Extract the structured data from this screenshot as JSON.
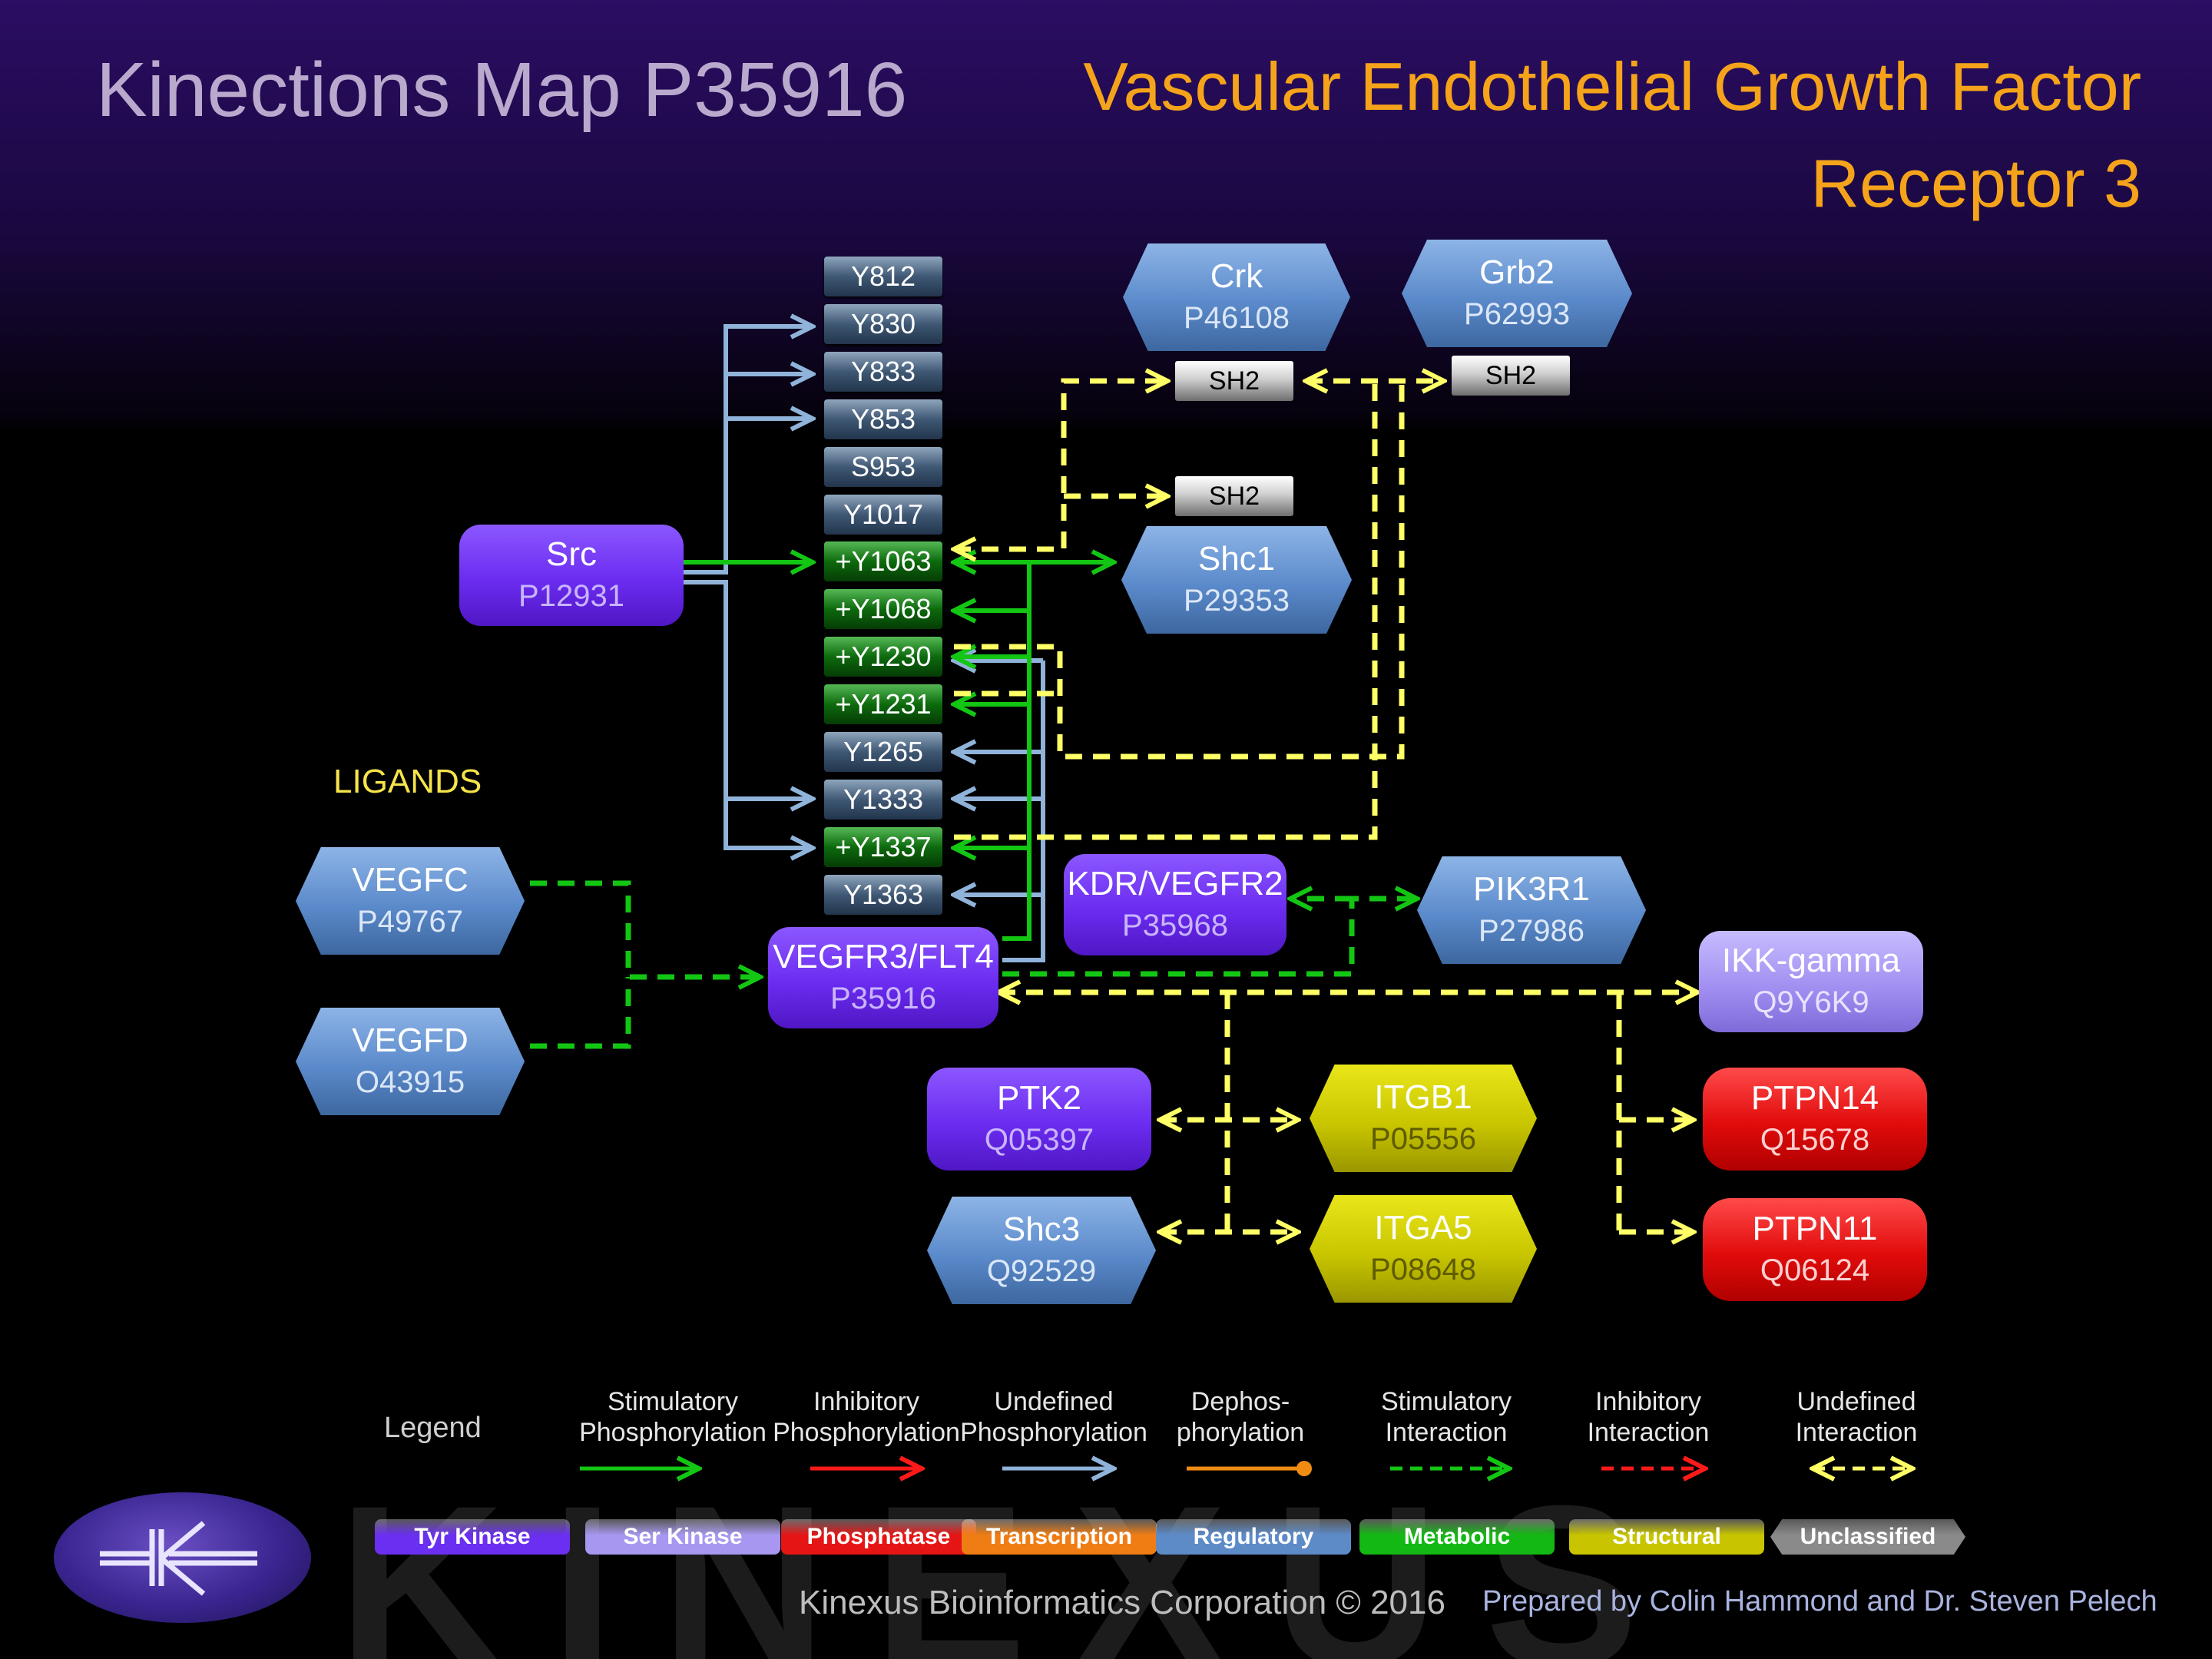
{
  "header": {
    "title_left": "Kinections Map P35916",
    "title_right_line1": "Vascular Endothelial Growth Factor",
    "title_right_line2": "Receptor 3"
  },
  "sites": [
    {
      "label": "Y812",
      "phospho": false
    },
    {
      "label": "Y830",
      "phospho": false
    },
    {
      "label": "Y833",
      "phospho": false
    },
    {
      "label": "Y853",
      "phospho": false
    },
    {
      "label": "S953",
      "phospho": false
    },
    {
      "label": "Y1017",
      "phospho": false
    },
    {
      "label": "+Y1063",
      "phospho": true
    },
    {
      "label": "+Y1068",
      "phospho": true
    },
    {
      "label": "+Y1230",
      "phospho": true
    },
    {
      "label": "+Y1231",
      "phospho": true
    },
    {
      "label": "Y1265",
      "phospho": false
    },
    {
      "label": "Y1333",
      "phospho": false
    },
    {
      "label": "+Y1337",
      "phospho": true
    },
    {
      "label": "Y1363",
      "phospho": false
    }
  ],
  "nodes": {
    "crk": {
      "name": "Crk",
      "acc": "P46108"
    },
    "grb2": {
      "name": "Grb2",
      "acc": "P62993"
    },
    "shc1": {
      "name": "Shc1",
      "acc": "P29353"
    },
    "src": {
      "name": "Src",
      "acc": "P12931"
    },
    "vegfc": {
      "name": "VEGFC",
      "acc": "P49767"
    },
    "vegfd": {
      "name": "VEGFD",
      "acc": "O43915"
    },
    "kdr": {
      "name": "KDR/VEGFR2",
      "acc": "P35968"
    },
    "pik3r1": {
      "name": "PIK3R1",
      "acc": "P27986"
    },
    "vegfr3": {
      "name": "VEGFR3/FLT4",
      "acc": "P35916"
    },
    "ikkg": {
      "name": "IKK-gamma",
      "acc": "Q9Y6K9"
    },
    "ptk2": {
      "name": "PTK2",
      "acc": "Q05397"
    },
    "itgb1": {
      "name": "ITGB1",
      "acc": "P05556"
    },
    "ptpn14": {
      "name": "PTPN14",
      "acc": "Q15678"
    },
    "shc3": {
      "name": "Shc3",
      "acc": "Q92529"
    },
    "itga5": {
      "name": "ITGA5",
      "acc": "P08648"
    },
    "ptpn11": {
      "name": "PTPN11",
      "acc": "Q06124"
    }
  },
  "domains": {
    "crk_sh2": "SH2",
    "grb2_sh2": "SH2",
    "shc1_sh2": "SH2"
  },
  "ligands_label": "LIGANDS",
  "legend": {
    "title": "Legend",
    "arrows": [
      {
        "line1": "Stimulatory",
        "line2": "Phosphorylation",
        "color": "#13c613"
      },
      {
        "line1": "Inhibitory",
        "line2": "Phosphorylation",
        "color": "#ff1a1a"
      },
      {
        "line1": "Undefined",
        "line2": "Phosphorylation",
        "color": "#8fb3d9"
      },
      {
        "line1": "Dephos-",
        "line2": "phorylation",
        "color": "#f08c14"
      },
      {
        "line1": "Stimulatory",
        "line2": "Interaction",
        "color": "#13c613"
      },
      {
        "line1": "Inhibitory",
        "line2": "Interaction",
        "color": "#ff1a1a"
      },
      {
        "line1": "Undefined",
        "line2": "Interaction",
        "color": "#ffff66"
      }
    ],
    "categories": [
      {
        "label": "Tyr Kinase",
        "color": "#6a2ff0"
      },
      {
        "label": "Ser Kinase",
        "color": "#a797f0"
      },
      {
        "label": "Phosphatase",
        "color": "#e61515"
      },
      {
        "label": "Transcription",
        "color": "#f07d14"
      },
      {
        "label": "Regulatory",
        "color": "#5d8bc8"
      },
      {
        "label": "Metabolic",
        "color": "#14b814"
      },
      {
        "label": "Structural",
        "color": "#c8c500"
      },
      {
        "label": "Unclassified",
        "color": "#8a8a8a"
      }
    ]
  },
  "footer": {
    "watermark": "KINEXUS",
    "company": "Kinexus Bioinformatics Corporation © 2016",
    "prepared_by": "Prepared by Colin Hammond and Dr. Steven Pelech"
  }
}
